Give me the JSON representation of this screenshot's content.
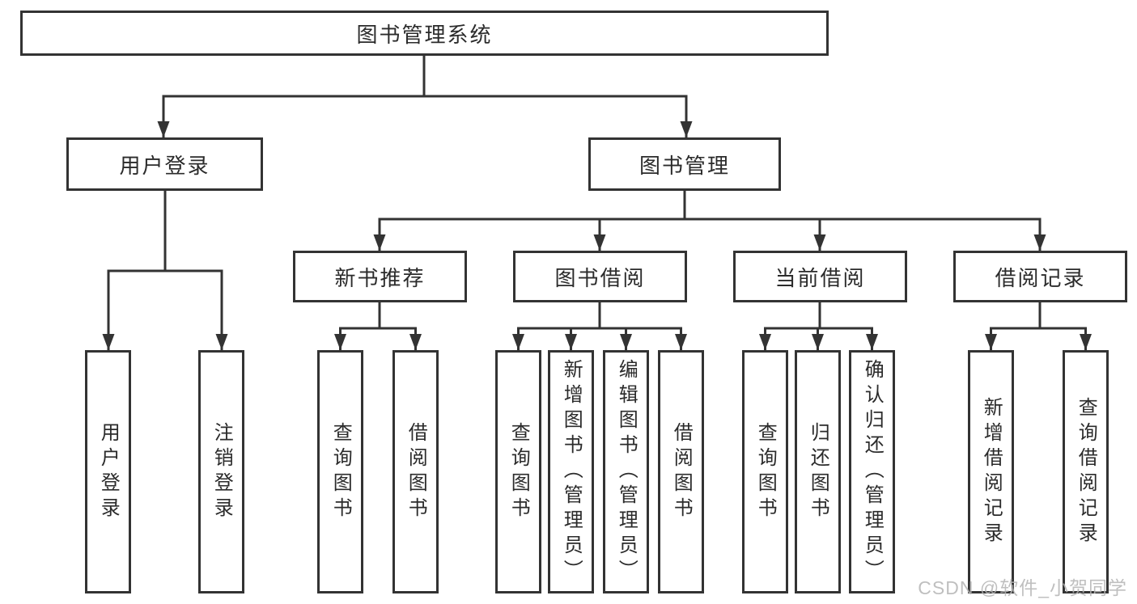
{
  "diagram": {
    "root": {
      "label": "图书管理系统"
    },
    "branches": [
      {
        "label": "用户登录",
        "children": [
          {
            "label": "用户登录"
          },
          {
            "label": "注销登录"
          }
        ]
      },
      {
        "label": "图书管理",
        "children": [
          {
            "label": "新书推荐",
            "children": [
              {
                "label": "查询图书"
              },
              {
                "label": "借阅图书"
              }
            ]
          },
          {
            "label": "图书借阅",
            "children": [
              {
                "label": "查询图书"
              },
              {
                "label": "新增图书（管理员）"
              },
              {
                "label": "编辑图书（管理员）"
              },
              {
                "label": "借阅图书"
              }
            ]
          },
          {
            "label": "当前借阅",
            "children": [
              {
                "label": "查询图书"
              },
              {
                "label": "归还图书"
              },
              {
                "label": "确认归还（管理员）"
              }
            ]
          },
          {
            "label": "借阅记录",
            "children": [
              {
                "label": "新增借阅记录"
              },
              {
                "label": "查询借阅记录"
              }
            ]
          }
        ]
      }
    ]
  },
  "watermark": {
    "text": "CSDN @软件_小贺同学",
    "color": "#b5b5b5"
  },
  "colors": {
    "line": "#333333",
    "box_border": "#333333",
    "box_bg": "#ffffff",
    "page_bg": "#ffffff"
  }
}
